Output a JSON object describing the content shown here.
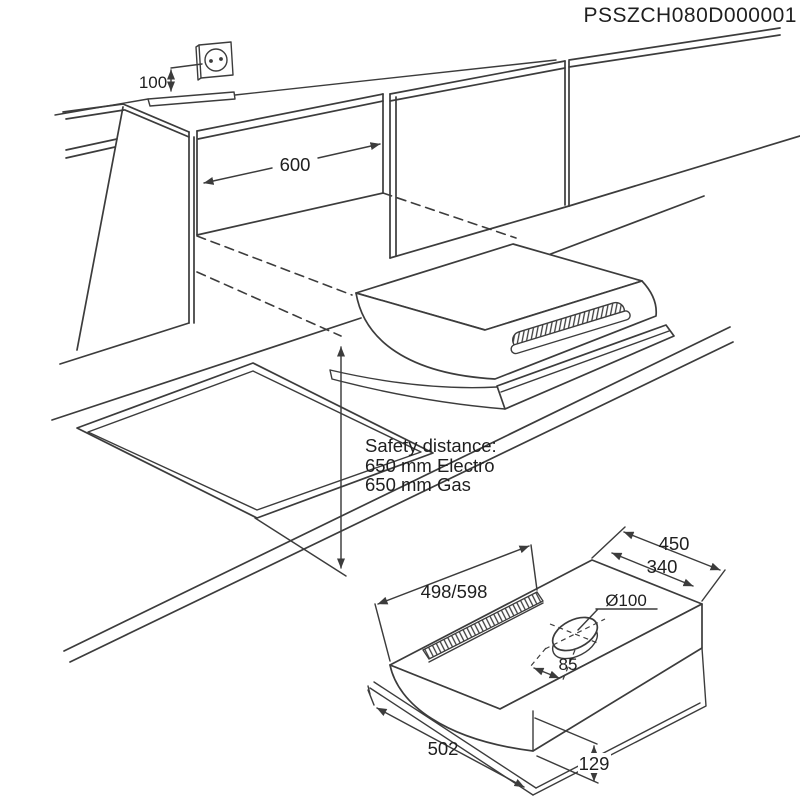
{
  "drawing": {
    "part_number": "PSSZCH080D000001",
    "installation": {
      "outlet_height": "100",
      "niche_width": "600",
      "safety_title": "Safety distance:",
      "safety_electro": "650 mm Electro",
      "safety_gas": "650 mm Gas"
    },
    "dimensions": {
      "width": "498/598",
      "depth": "450",
      "duct_to_back": "340",
      "duct_diameter": "Ø100",
      "duct_offset": "85",
      "bottom_depth": "502",
      "front_height": "129"
    },
    "colors": {
      "line": "#3c3c3c",
      "text": "#1f1f1f",
      "background": "#ffffff"
    }
  }
}
